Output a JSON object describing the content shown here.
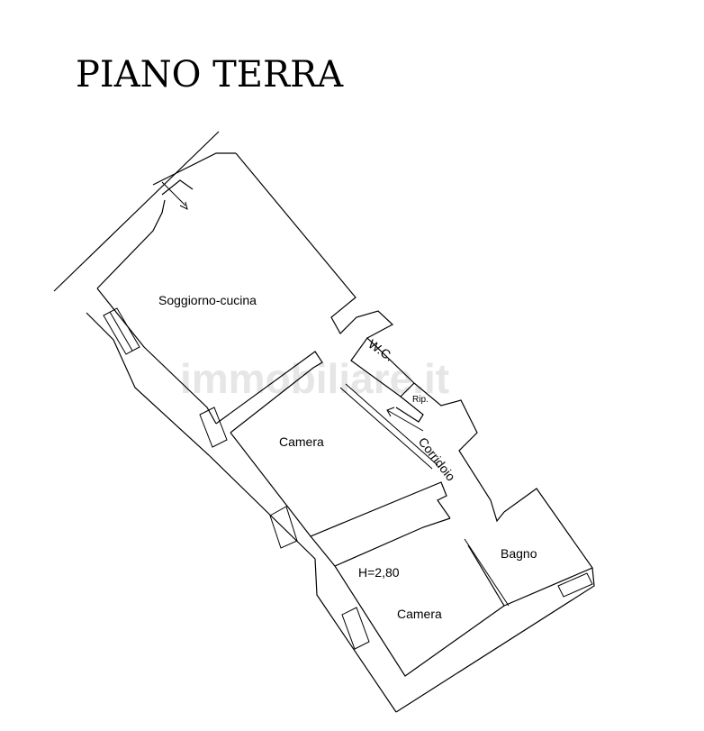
{
  "title": "PIANO TERRA",
  "watermark": "immobiliare.it",
  "rooms": {
    "living_kitchen": "Soggiorno-cucina",
    "bedroom_1": "Camera",
    "wc": "W.C.",
    "storage": "Rip.",
    "corridor": "Corridoio",
    "bathroom": "Bagno",
    "bedroom_2": "Camera"
  },
  "height_note": "H=2,80",
  "colors": {
    "lines": "#000000",
    "watermark": "#e6e6e6",
    "background": "#ffffff"
  }
}
